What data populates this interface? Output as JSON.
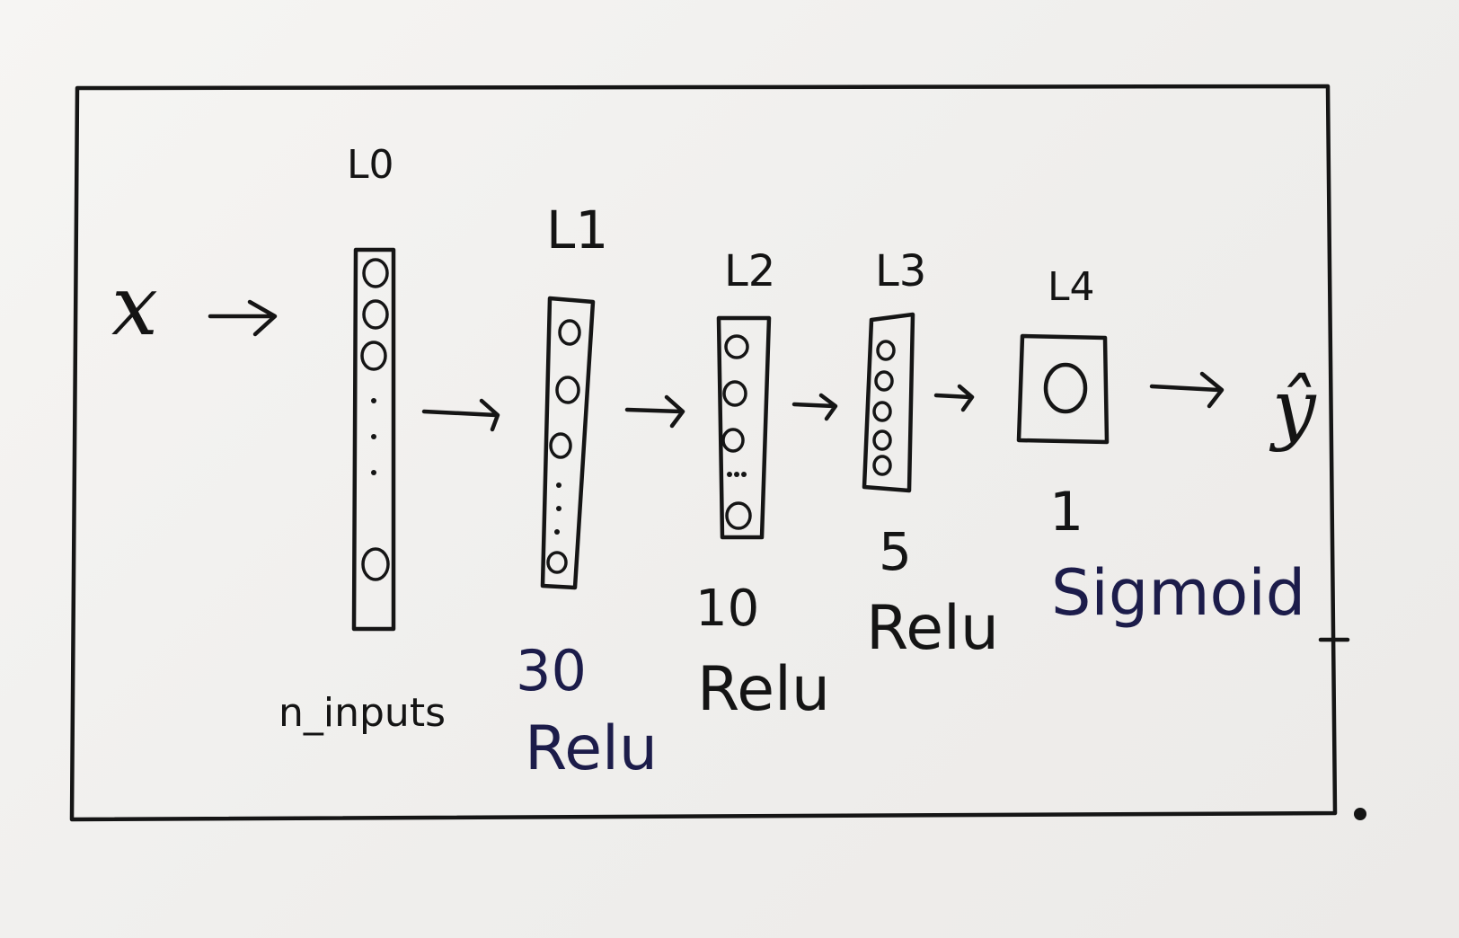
{
  "input_symbol": "x",
  "output_symbol": "ŷ",
  "layers": [
    {
      "name": "L0",
      "size": "n_inputs",
      "activation": ""
    },
    {
      "name": "L1",
      "size": "30",
      "activation": "Relu"
    },
    {
      "name": "L2",
      "size": "10",
      "activation": "Relu"
    },
    {
      "name": "L3",
      "size": "5",
      "activation": "Relu"
    },
    {
      "name": "L4",
      "size": "1",
      "activation": "Sigmoid"
    }
  ],
  "colors": {
    "ink": "#151515",
    "blue_ink": "#1c1c4a",
    "paper": "#f3f2f0"
  }
}
